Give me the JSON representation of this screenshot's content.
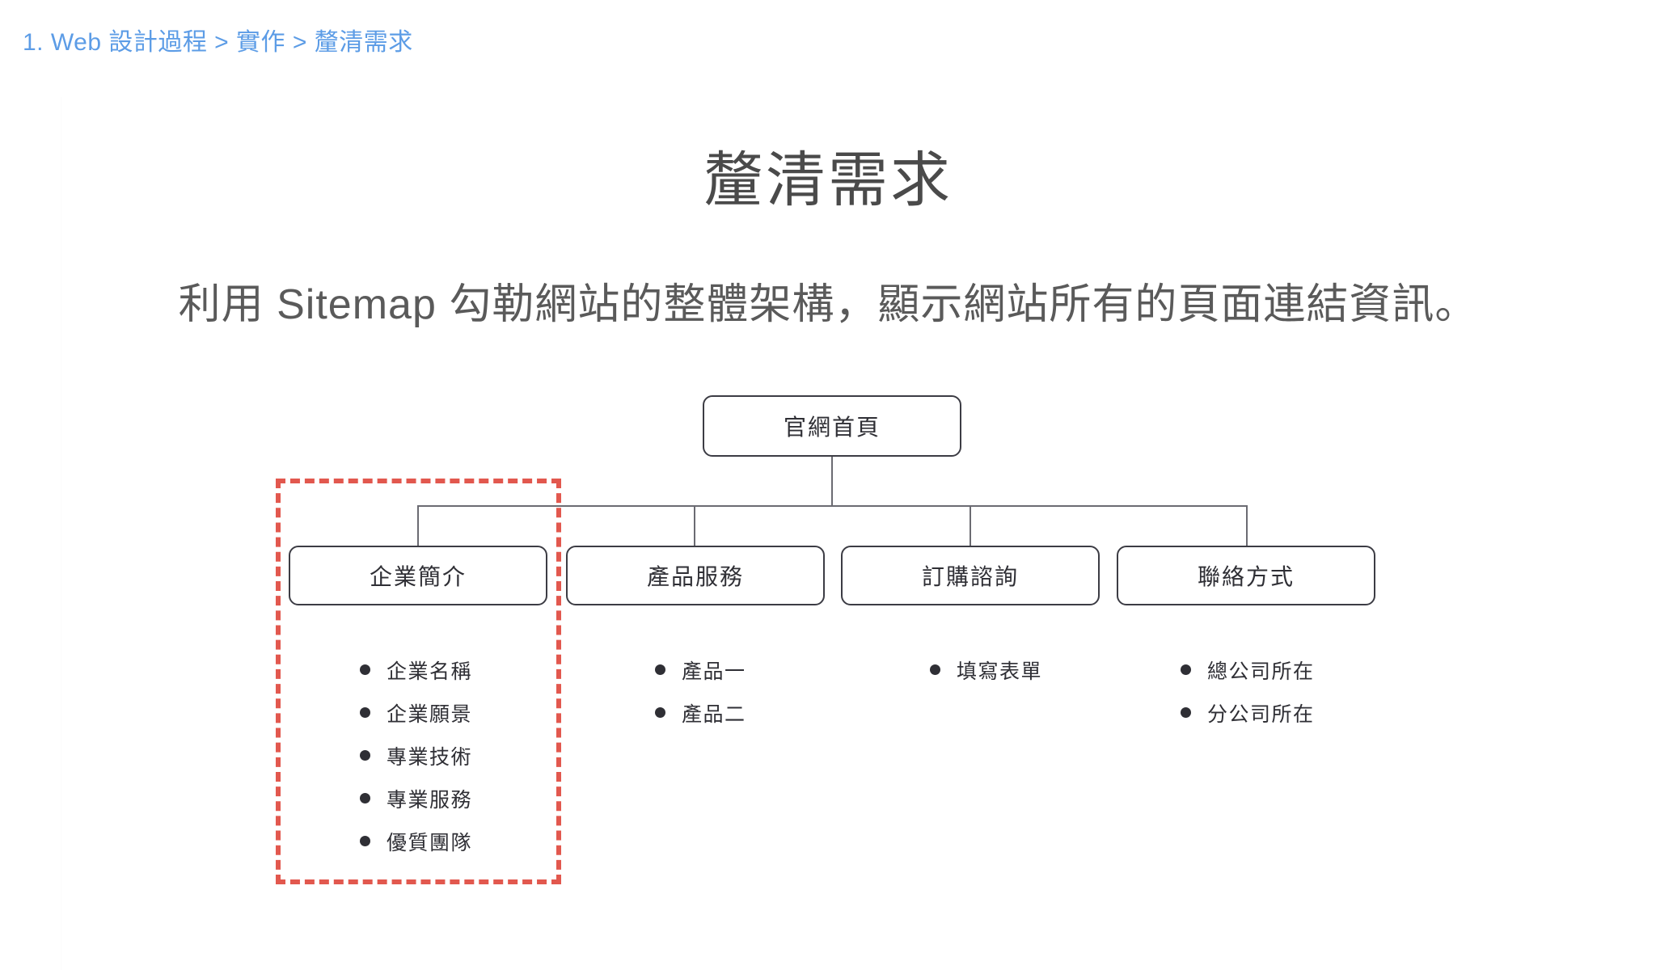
{
  "breadcrumb": {
    "text": "1. Web 設計過程 > 實作 > 釐清需求"
  },
  "title": "釐清需求",
  "subtitle": "利用 Sitemap 勾勒網站的整體架構，顯示網站所有的頁面連結資訊。",
  "sitemap": {
    "root": {
      "label": "官網首頁"
    },
    "branches": [
      {
        "label": "企業簡介",
        "items": [
          "企業名稱",
          "企業願景",
          "專業技術",
          "專業服務",
          "優質團隊"
        ],
        "highlighted": true
      },
      {
        "label": "產品服務",
        "items": [
          "產品一",
          "產品二"
        ],
        "highlighted": false
      },
      {
        "label": "訂購諮詢",
        "items": [
          "填寫表單"
        ],
        "highlighted": false
      },
      {
        "label": "聯絡方式",
        "items": [
          "總公司所在",
          "分公司所在"
        ],
        "highlighted": false
      }
    ]
  },
  "colors": {
    "breadcrumb_blue": "#5c9ce6",
    "title_gray": "#4a4a4a",
    "text_gray": "#2f2f35",
    "node_border": "#3c3c44",
    "connector_gray": "#6b6b72",
    "highlight_red": "#e2584e",
    "background": "#ffffff"
  }
}
